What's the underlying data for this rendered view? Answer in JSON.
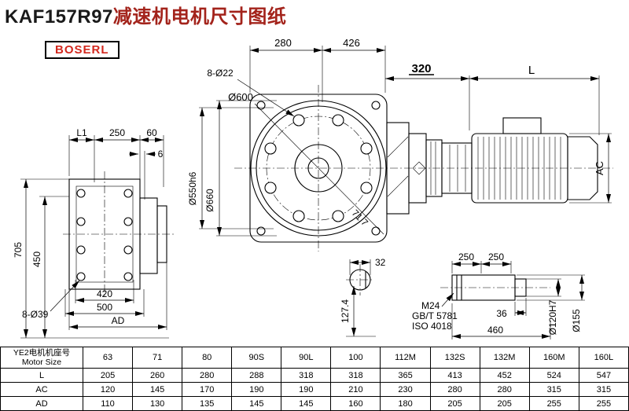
{
  "title": {
    "model": "KAF157R97",
    "name": "减速机电机尺寸图纸"
  },
  "brand": "BOSERL",
  "colors": {
    "title_model": "#1a1a1a",
    "title_name": "#a3231b",
    "brand": "#d3281e"
  },
  "left_view": {
    "dim_L1": "L1",
    "dim_250": "250",
    "dim_60": "60",
    "dim_6": "6",
    "dim_705": "705",
    "dim_450": "450",
    "dim_420": "420",
    "dim_500": "500",
    "dim_AD": "AD",
    "bolt_holes": "8-Ø39"
  },
  "front_view": {
    "dim_280": "280",
    "dim_426": "426",
    "bolt_holes": "8-Ø22",
    "dia_600": "Ø600",
    "dia_550": "Ø550h6",
    "dia_660": "Ø660",
    "dim_71_7": "71.7",
    "dim_32": "32",
    "dim_127_4": "127.4"
  },
  "side_view": {
    "dim_320": "320",
    "dim_L": "L",
    "dim_AC": "AC"
  },
  "shaft_detail": {
    "dim_250_left": "250",
    "dim_250_right": "250",
    "thread": "M24",
    "standard_gb": "GB/T 5781",
    "standard_iso": "ISO 4018",
    "dim_36": "36",
    "dim_460": "460",
    "dia_120": "Ø120H7",
    "dia_155": "Ø155"
  },
  "table": {
    "row_header_line1": "YE2电机机座号",
    "row_header_line2": "Motor Size",
    "columns": [
      "63",
      "71",
      "80",
      "90S",
      "90L",
      "100",
      "112M",
      "132S",
      "132M",
      "160M",
      "160L"
    ],
    "rows": [
      {
        "label": "L",
        "values": [
          "205",
          "260",
          "280",
          "288",
          "318",
          "318",
          "365",
          "413",
          "452",
          "524",
          "547"
        ]
      },
      {
        "label": "AC",
        "values": [
          "120",
          "145",
          "170",
          "190",
          "190",
          "210",
          "230",
          "280",
          "280",
          "315",
          "315"
        ]
      },
      {
        "label": "AD",
        "values": [
          "110",
          "130",
          "135",
          "145",
          "145",
          "160",
          "180",
          "205",
          "205",
          "255",
          "255"
        ]
      }
    ]
  }
}
